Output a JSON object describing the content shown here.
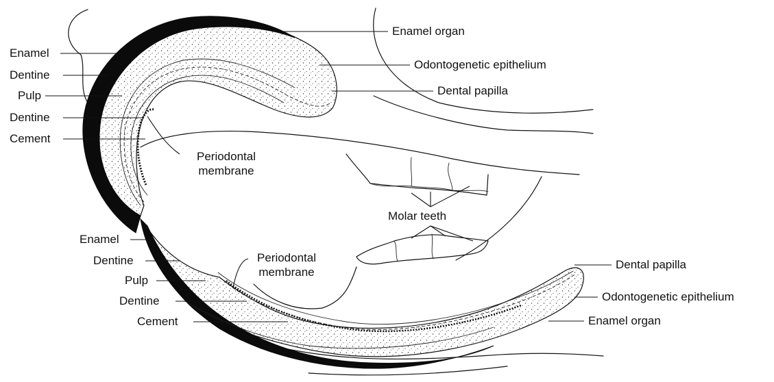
{
  "diagram": {
    "upper_incisor_labels": {
      "enamel": "Enamel",
      "dentine_outer": "Dentine",
      "pulp": "Pulp",
      "dentine_inner": "Dentine",
      "cement": "Cement",
      "periodontal_membrane": "Periodontal\nmembrane",
      "enamel_organ": "Enamel organ",
      "odontogenetic_epithelium": "Odontogenetic epithelium",
      "dental_papilla": "Dental papilla"
    },
    "lower_incisor_labels": {
      "enamel": "Enamel",
      "dentine_outer": "Dentine",
      "pulp": "Pulp",
      "dentine_inner": "Dentine",
      "cement": "Cement",
      "periodontal_membrane": "Periodontal\nmembrane",
      "dental_papilla": "Dental papilla",
      "odontogenetic_epithelium": "Odontogenetic epithelium",
      "enamel_organ": "Enamel organ"
    },
    "molar_teeth": "Molar teeth"
  }
}
